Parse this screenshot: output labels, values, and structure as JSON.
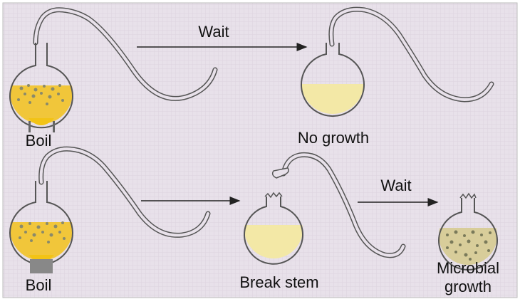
{
  "top_row": {
    "step1_label": "Boil",
    "arrow_label": "Wait",
    "result_label": "No growth"
  },
  "bottom_row": {
    "step1_label": "Boil",
    "step2_label": "Break stem",
    "arrow_label": "Wait",
    "result_label_line1": "Microbial",
    "result_label_line2": "growth"
  },
  "colors": {
    "background": "#e8e1ea",
    "glass_outline": "#555555",
    "broth": "#f3e8a6",
    "boiling_broth": "#f1c63a",
    "flame": "#f2c316",
    "microbes": "#8a8a6a",
    "arrow": "#222222"
  }
}
